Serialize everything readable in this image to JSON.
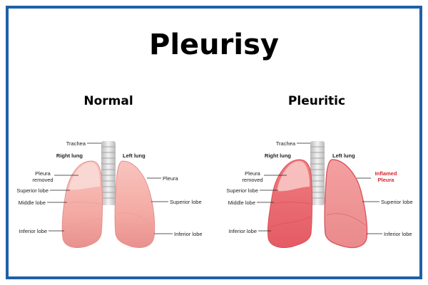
{
  "title": "Pleurisy",
  "colors": {
    "border": "#1f5fa8",
    "inflamed_label": "#d9222a",
    "normal_lung": "#f4a8a0",
    "inflamed_lung": "#ec6f75"
  },
  "normal": {
    "heading": "Normal",
    "labels": {
      "trachea": "Trachea",
      "right_lung": "Right lung",
      "left_lung": "Left lung",
      "pleura_removed": "Pleura removed",
      "pleura": "Pleura",
      "superior_lobe_left": "Superior lobe",
      "middle_lobe": "Middle lobe",
      "inferior_lobe_left": "Inferior lobe",
      "superior_lobe_right": "Superior lobe",
      "inferior_lobe_right": "Inferior lobe"
    }
  },
  "pleuritic": {
    "heading": "Pleuritic",
    "labels": {
      "trachea": "Trachea",
      "right_lung": "Right lung",
      "left_lung": "Left lung",
      "pleura_removed": "Pleura removed",
      "inflamed_pleura": "Inflamed Pleura",
      "superior_lobe_left": "Superior lobe",
      "middle_lobe": "Middle lobe",
      "inferior_lobe_left": "Inferior lobe",
      "superior_lobe_right": "Superior lobe",
      "inferior_lobe_right": "Inferior lobe"
    }
  }
}
